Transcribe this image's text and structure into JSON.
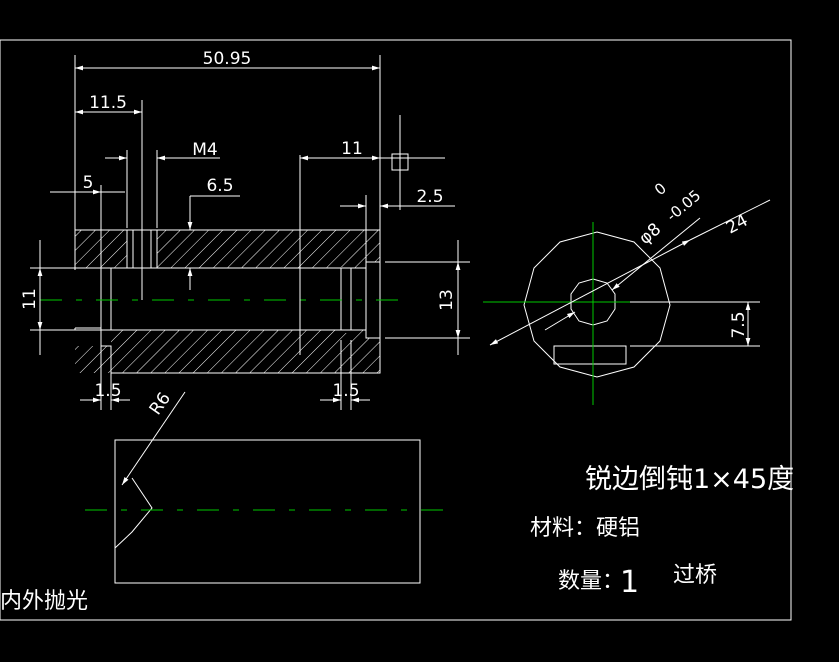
{
  "drawing": {
    "dimensions": {
      "overall_length": "50.95",
      "hole_offset": "11.5",
      "thread": "M4",
      "left_offset": "5",
      "thread_depth": "6.5",
      "right_depth": "11",
      "right_step": "2.5",
      "left_height": "11",
      "right_height": "13",
      "groove_left": "1.5",
      "groove_right": "1.5",
      "radius": "R6",
      "bore": "φ8",
      "bore_tol_upper": "0",
      "bore_tol_lower": "-0.05",
      "outer_dia": "24",
      "flat_height": "7.5"
    },
    "notes": {
      "edge_treatment": "锐边倒钝1×45度",
      "material": "材料：硬铝",
      "quantity_label": "数量：",
      "quantity_value": "1",
      "fit": "过桥",
      "polish": "内外抛光"
    }
  },
  "colors": {
    "background": "#000000",
    "line": "#ffffff",
    "centerline": "#00c800"
  }
}
